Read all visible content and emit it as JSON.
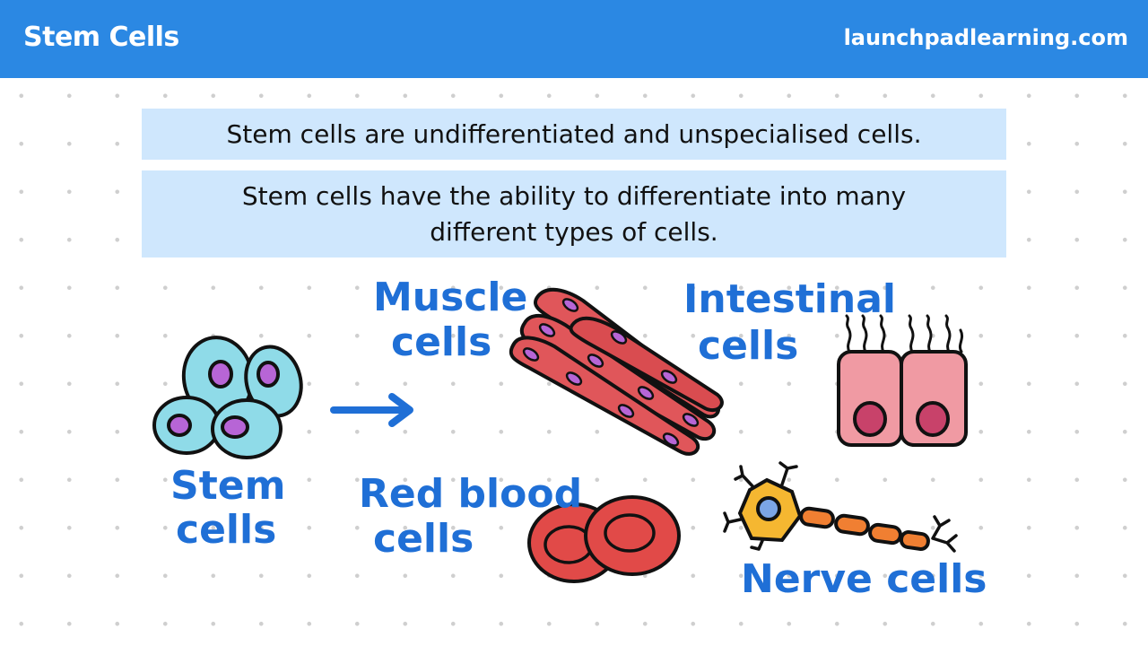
{
  "header": {
    "title": "Stem Cells",
    "site": "launchpadlearning.com",
    "color": "#2b88e3"
  },
  "facts": [
    "Stem cells are undifferentiated and unspecialised cells.",
    "Stem cells have the ability to differentiate into many different types of cells."
  ],
  "labels": {
    "stem": [
      "Stem",
      "cells"
    ],
    "muscle": [
      "Muscle",
      "cells"
    ],
    "intestinal": [
      "Intestinal",
      "cells"
    ],
    "red_blood": [
      "Red blood",
      "cells"
    ],
    "nerve": [
      "Nerve cells"
    ]
  },
  "colors": {
    "label_blue": "#1f6fd6",
    "stem_cell": "#8fdbe8",
    "nucleus": "#b765d6",
    "muscle": "#e0565a",
    "intestinal": "#f09aa3",
    "red_blood": "#e14a48",
    "nerve_body": "#f5b731",
    "nerve_axon": "#f07f32"
  },
  "icons": [
    "arrow-right-icon"
  ]
}
